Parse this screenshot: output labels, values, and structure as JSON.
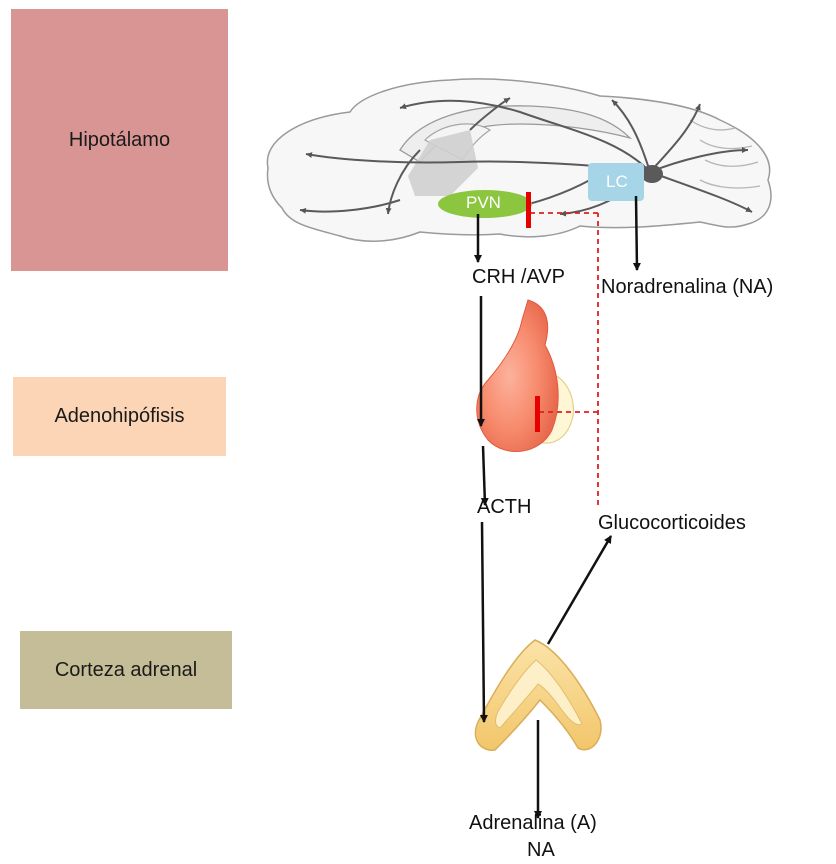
{
  "levels": {
    "hypothalamus": "Hipotálamo",
    "adenohypophysis": "Adenohipófisis",
    "adrenal_cortex": "Corteza adrenal"
  },
  "brain_labels": {
    "pvn": "PVN",
    "lc": "LC"
  },
  "hormones": {
    "crh_avp": "CRH /AVP",
    "noradrenaline": "Noradrenalina (NA)",
    "acth": "ACTH",
    "glucocorticoids": "Glucocorticoides",
    "adrenaline_line1": "Adrenalina (A)",
    "adrenaline_line2": "NA"
  },
  "colors": {
    "hypothalamus_box": "#d99594",
    "adenohypophysis_box": "#fbd5b5",
    "adrenal_cortex_box": "#c4bd97",
    "pvn_fill": "#8cc63f",
    "lc_fill": "#a5d5e6",
    "inhibition_bar": "#e60000",
    "feedback_line": "#e02020"
  }
}
